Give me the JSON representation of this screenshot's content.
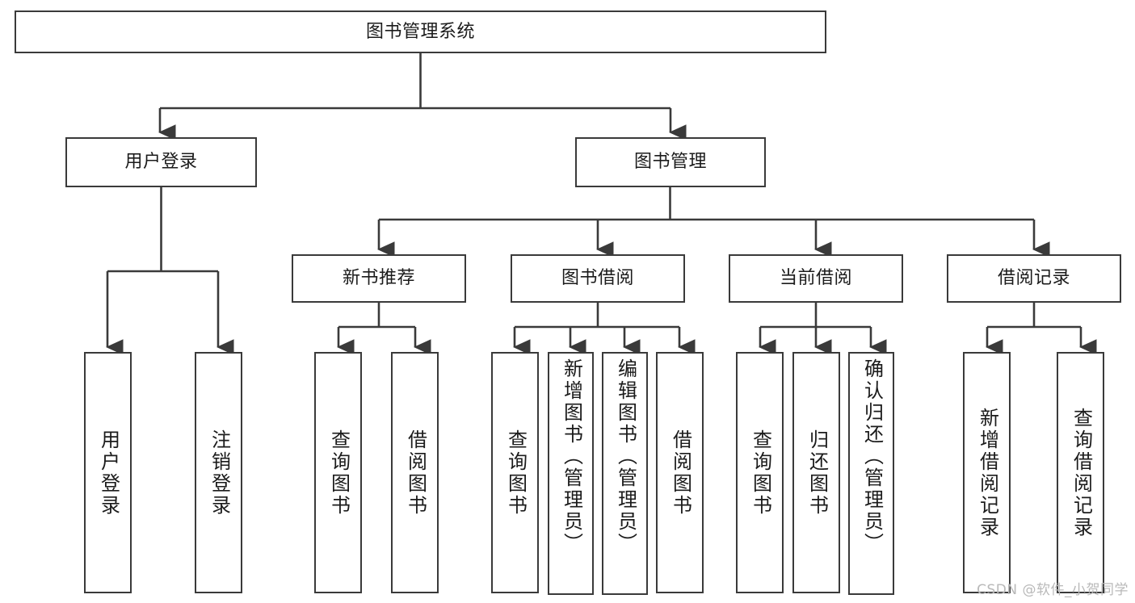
{
  "diagram": {
    "type": "hierarchy-tree",
    "title": "图书管理系统",
    "root": {
      "id": "root",
      "label": "图书管理系统"
    },
    "level2": [
      {
        "id": "user-login",
        "label": "用户登录"
      },
      {
        "id": "book-manage",
        "label": "图书管理"
      }
    ],
    "level3": [
      {
        "id": "new-book-recommend",
        "label": "新书推荐",
        "parent": "book-manage"
      },
      {
        "id": "book-borrow",
        "label": "图书借阅",
        "parent": "book-manage"
      },
      {
        "id": "current-borrow",
        "label": "当前借阅",
        "parent": "book-manage"
      },
      {
        "id": "borrow-record",
        "label": "借阅记录",
        "parent": "book-manage"
      }
    ],
    "leaves": [
      {
        "id": "leaf-user-login",
        "label": "用户登录",
        "parent": "user-login"
      },
      {
        "id": "leaf-user-logout",
        "label": "注销登录",
        "parent": "user-login"
      },
      {
        "id": "leaf-query-book-1",
        "label": "查询图书",
        "parent": "new-book-recommend"
      },
      {
        "id": "leaf-borrow-book-1",
        "label": "借阅图书",
        "parent": "new-book-recommend"
      },
      {
        "id": "leaf-query-book-2",
        "label": "查询图书",
        "parent": "book-borrow"
      },
      {
        "id": "leaf-add-book",
        "label": "新增图书（管理员）",
        "parent": "book-borrow"
      },
      {
        "id": "leaf-edit-book",
        "label": "编辑图书（管理员）",
        "parent": "book-borrow"
      },
      {
        "id": "leaf-borrow-book-2",
        "label": "借阅图书",
        "parent": "book-borrow"
      },
      {
        "id": "leaf-query-book-3",
        "label": "查询图书",
        "parent": "current-borrow"
      },
      {
        "id": "leaf-return-book",
        "label": "归还图书",
        "parent": "current-borrow"
      },
      {
        "id": "leaf-confirm-return",
        "label": "确认归还（管理员）",
        "parent": "current-borrow"
      },
      {
        "id": "leaf-add-record",
        "label": "新增借阅记录",
        "parent": "borrow-record"
      },
      {
        "id": "leaf-query-record",
        "label": "查询借阅记录",
        "parent": "borrow-record"
      }
    ],
    "colors": {
      "stroke": "#3a3a3a",
      "text": "#1b1b1b",
      "background": "#ffffff",
      "watermark": "#b9b9b9"
    }
  },
  "watermark": {
    "text": "CSDN @软件_小贺同学"
  }
}
